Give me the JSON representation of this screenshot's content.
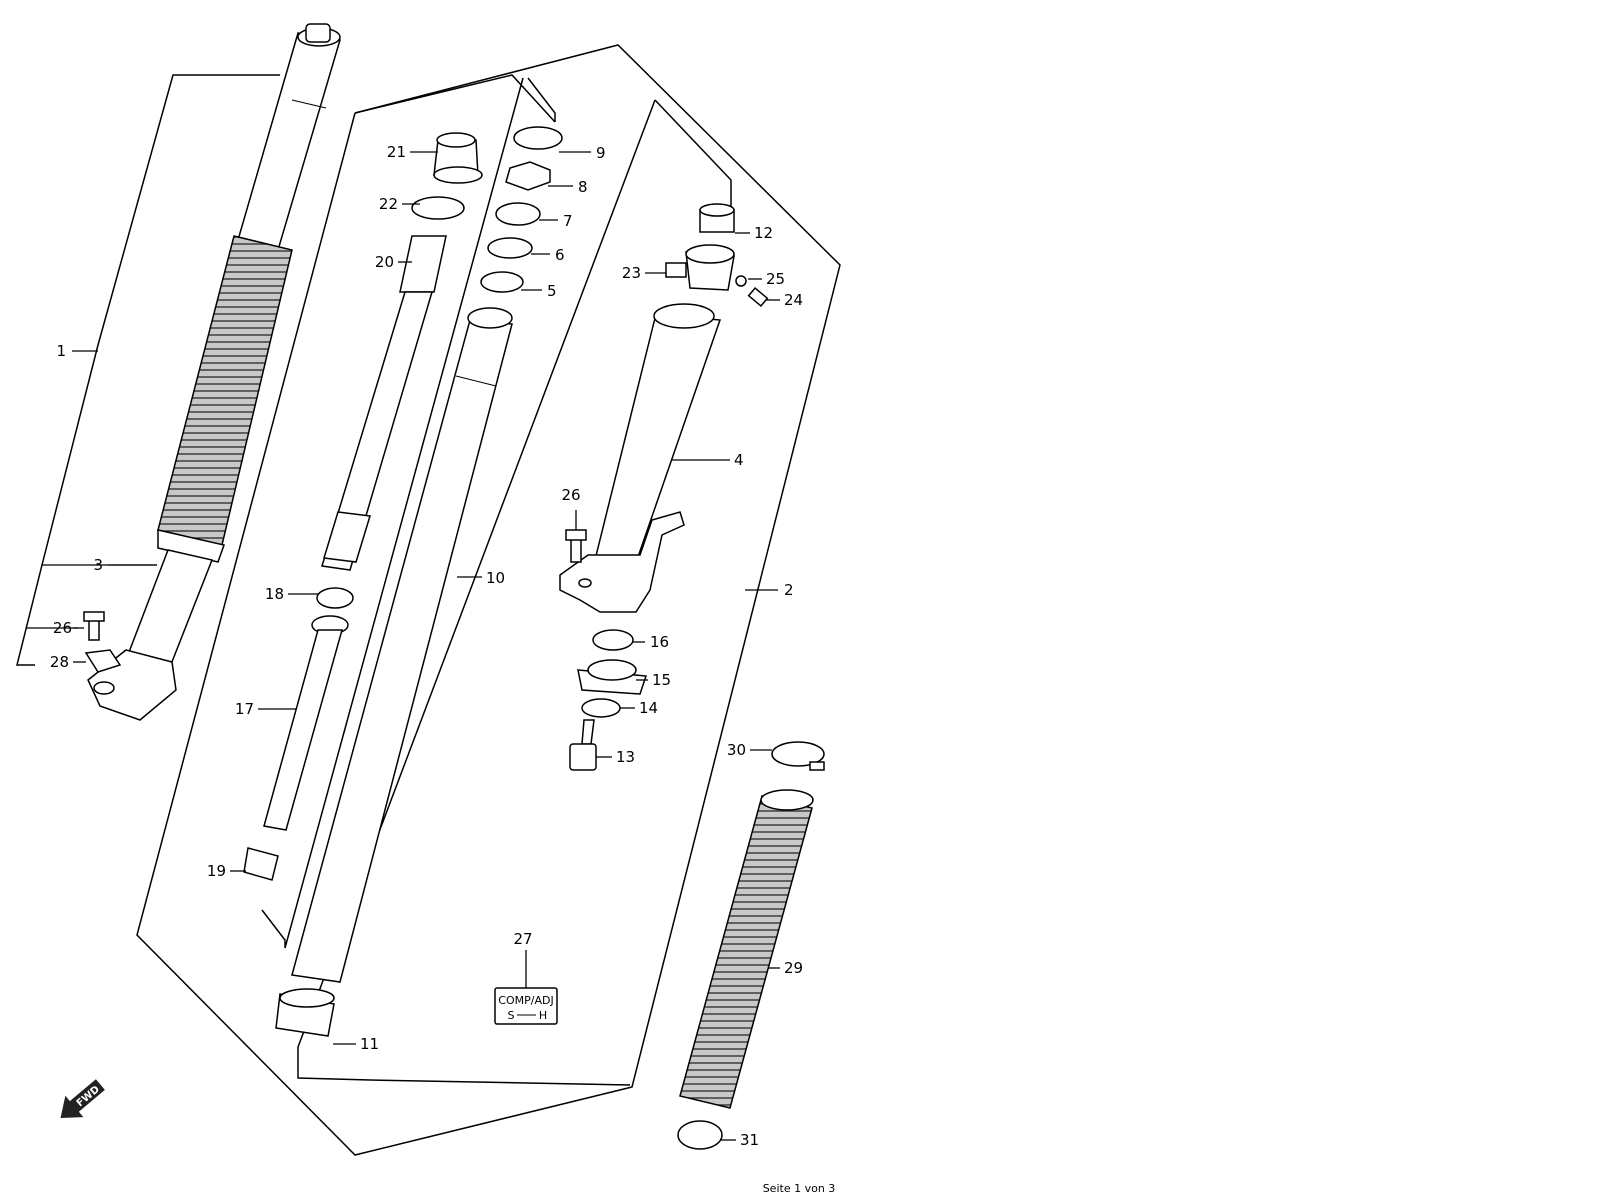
{
  "diagram": {
    "callouts": [
      "1",
      "2",
      "3",
      "4",
      "5",
      "6",
      "7",
      "8",
      "9",
      "10",
      "11",
      "12",
      "13",
      "14",
      "15",
      "16",
      "17",
      "18",
      "19",
      "20",
      "21",
      "22",
      "23",
      "24",
      "25",
      "26",
      "27",
      "28",
      "29",
      "30",
      "31"
    ],
    "badge": {
      "top": "COMP/ADJ",
      "bottom": "S",
      "bottom_right": "H"
    },
    "direction_marker": "FWD"
  },
  "footer": {
    "page_label": "Seite 1 von 3"
  }
}
